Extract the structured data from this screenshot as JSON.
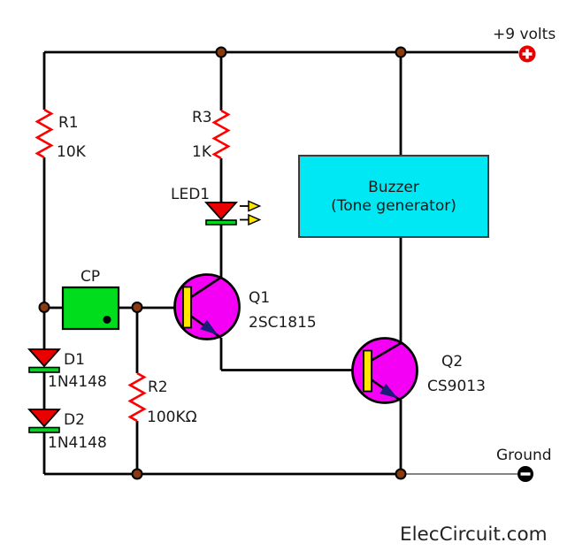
{
  "power": {
    "positive_label": "+9 volts",
    "ground_label": "Ground"
  },
  "components": {
    "r1": {
      "name": "R1",
      "value": "10K"
    },
    "r2": {
      "name": "R2",
      "value": "100KΩ"
    },
    "r3": {
      "name": "R3",
      "value": "1K"
    },
    "led1": {
      "name": "LED1"
    },
    "cp": {
      "name": "CP"
    },
    "q1": {
      "name": "Q1",
      "part": "2SC1815"
    },
    "q2": {
      "name": "Q2",
      "part": "CS9013"
    },
    "d1": {
      "name": "D1",
      "part": "1N4148"
    },
    "d2": {
      "name": "D2",
      "part": "1N4148"
    },
    "buzzer": {
      "line1": "Buzzer",
      "line2": "(Tone generator)"
    }
  },
  "watermark": "ElecCircuit.com",
  "colors": {
    "wire": "#000000",
    "resistor": "#ff0000",
    "diode_body": "#ea0000",
    "diode_bar": "#00d71e",
    "transistor_body": "#f400f4",
    "transistor_base": "#ffe600",
    "transistor_arrow": "#1b1b78",
    "junction_dot": "#8a3a0e",
    "cp_box": "#00dd1c",
    "buzzer_box": "#00e8f4",
    "positive_terminal": "#e60000",
    "ground_terminal": "#000000"
  }
}
